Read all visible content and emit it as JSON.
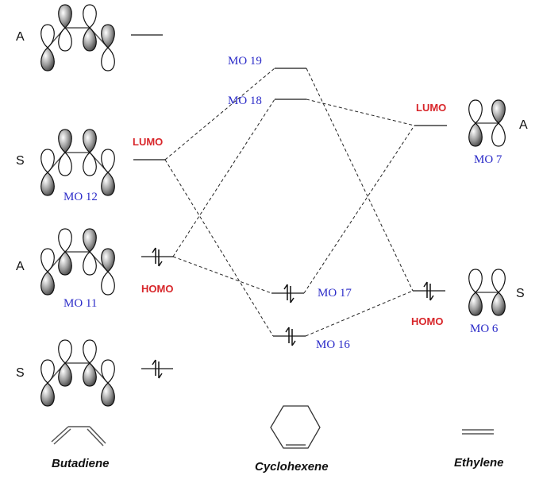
{
  "molecules": {
    "butadiene": {
      "name": "Butadiene",
      "orbitals": [
        {
          "symmetry": "A",
          "mo_label": "",
          "frontier": "",
          "electrons": 0,
          "phases": [
            "down",
            "up",
            "down",
            "up"
          ]
        },
        {
          "symmetry": "S",
          "mo_label": "MO 12",
          "frontier": "LUMO",
          "electrons": 0,
          "phases": [
            "down",
            "up",
            "up",
            "down"
          ]
        },
        {
          "symmetry": "A",
          "mo_label": "MO 11",
          "frontier": "HOMO",
          "electrons": 2,
          "phases": [
            "down",
            "down",
            "up",
            "up"
          ]
        },
        {
          "symmetry": "S",
          "mo_label": "",
          "frontier": "",
          "electrons": 2,
          "phases": [
            "down",
            "down",
            "down",
            "down"
          ]
        }
      ]
    },
    "cyclohexene": {
      "name": "Cyclohexene",
      "orbitals": [
        {
          "mo_label": "MO 19",
          "electrons": 0
        },
        {
          "mo_label": "MO 18",
          "electrons": 0
        },
        {
          "mo_label": "MO 17",
          "electrons": 2
        },
        {
          "mo_label": "MO 16",
          "electrons": 2
        }
      ]
    },
    "ethylene": {
      "name": "Ethylene",
      "orbitals": [
        {
          "symmetry": "A",
          "mo_label": "MO 7",
          "frontier": "LUMO",
          "electrons": 0,
          "phases": [
            "down",
            "up"
          ]
        },
        {
          "symmetry": "S",
          "mo_label": "MO 6",
          "frontier": "HOMO",
          "electrons": 2,
          "phases": [
            "down",
            "down"
          ]
        }
      ]
    }
  },
  "correlations": [
    {
      "from": "Butadiene MO 12 (LUMO)",
      "to": "Cyclohexene MO 19"
    },
    {
      "from": "Butadiene MO 12 (LUMO)",
      "to": "Cyclohexene MO 16"
    },
    {
      "from": "Butadiene MO 11 (HOMO)",
      "to": "Cyclohexene MO 18"
    },
    {
      "from": "Butadiene MO 11 (HOMO)",
      "to": "Cyclohexene MO 17"
    },
    {
      "from": "Ethylene MO 7 (LUMO)",
      "to": "Cyclohexene MO 18"
    },
    {
      "from": "Ethylene MO 7 (LUMO)",
      "to": "Cyclohexene MO 17"
    },
    {
      "from": "Ethylene MO 6 (HOMO)",
      "to": "Cyclohexene MO 19"
    },
    {
      "from": "Ethylene MO 6 (HOMO)",
      "to": "Cyclohexene MO 16"
    }
  ],
  "colors": {
    "mo_label": "#2b2bc8",
    "frontier_label": "#d8262a",
    "level_line": "#6e6e6e"
  }
}
